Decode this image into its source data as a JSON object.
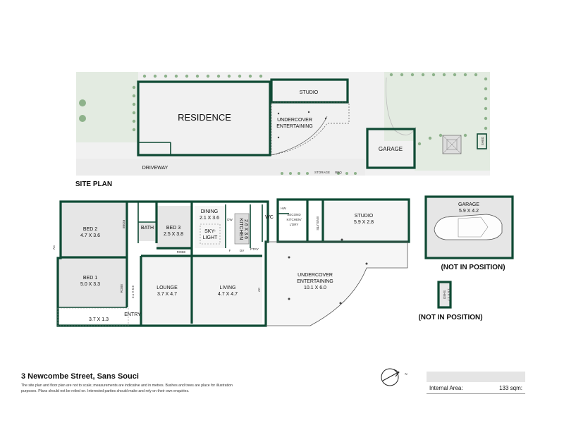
{
  "site_plan": {
    "heading": "SITE PLAN",
    "residence": "RESIDENCE",
    "studio": "STUDIO",
    "undercover": [
      "UNDERCOVER",
      "ENTERTAINING"
    ],
    "garage": "GARAGE",
    "shed": "SHED",
    "driveway": "DRIVEWAY",
    "storage": "STORAGE",
    "bbq": "BBQ"
  },
  "floor_plan": {
    "bed2": {
      "name": "BED 2",
      "size": "4.7 X 3.6"
    },
    "bed1": {
      "name": "BED 1",
      "size": "5.0 X 3.3"
    },
    "bath": "BATH",
    "bed3": {
      "name": "BED 3",
      "size": "2.5 X 3.8"
    },
    "dining": {
      "name": "DINING",
      "size": "2.1 X 3.6"
    },
    "skylight": [
      "SKY-",
      "LIGHT"
    ],
    "kitchen": {
      "name": "KITCHEN",
      "size": "2.6 X 3.6"
    },
    "wc": "WC",
    "hw": "HW",
    "second_kitchen": [
      "SECOND",
      "KITCHEN/",
      "L'DRY"
    ],
    "ensuite": "ENSUITE",
    "studio": {
      "name": "STUDIO",
      "size": "5.9 X 2.8"
    },
    "robe": "ROBE",
    "ac": "AC",
    "hall": "2.1 X 5.6",
    "lounge": {
      "name": "LOUNGE",
      "size": "3.7 X 4.7"
    },
    "living": {
      "name": "LIVING",
      "size": "4.7 X 4.7"
    },
    "undercover": {
      "name_1": "UNDERCOVER",
      "name_2": "ENTERTAINING",
      "size": "10.1 X 6.0"
    },
    "porch": "3.7 X 1.3",
    "entry": "ENTRY",
    "dw": "DW",
    "f": "F",
    "ov": "OV",
    "ptry": "PTRY"
  },
  "detached": {
    "garage": {
      "name": "GARAGE",
      "size": "5.9 X 4.2"
    },
    "garage_note": "(NOT IN POSITION)",
    "shed": {
      "name": "SHED",
      "size": "1.5 X 1.7"
    },
    "shed_note": "(NOT IN POSITION)"
  },
  "footer": {
    "address": "3 Newcombe Street, Sans Souci",
    "disclaimer": "The site plan and floor plan are not to scale; measurements are indicative and in metres. Bushes and trees are place for illustration purposes. Plans should not be relied on. Interested parties should make and rely on their own enquiries.",
    "north": "N",
    "internal_area_label": "Internal Area:",
    "internal_area_value": "133 sqm:"
  },
  "colors": {
    "wall": "#0f4a34",
    "room": "#e6e6e6",
    "grass": "#e3ebe1",
    "shrub": "#8eb28b"
  }
}
